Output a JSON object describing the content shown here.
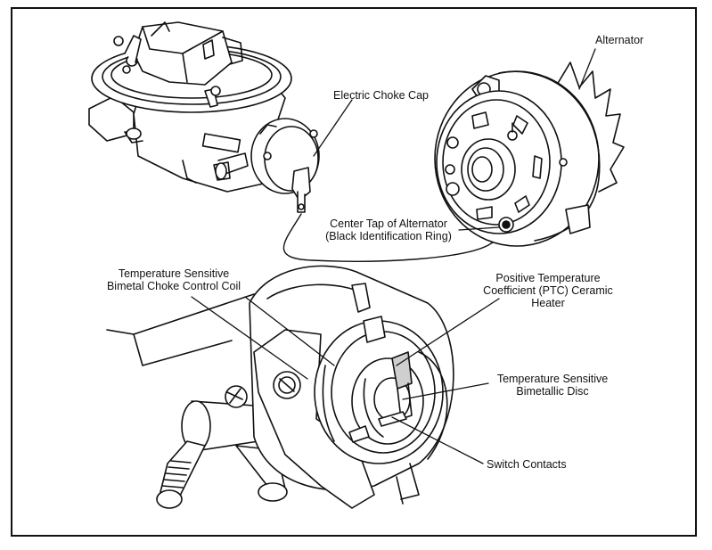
{
  "labels": {
    "alternator": "Alternator",
    "electric_choke_cap": "Electric Choke Cap",
    "center_tap_line1": "Center Tap of Alternator",
    "center_tap_line2": "(Black Identification Ring)",
    "bimetal_coil_line1": "Temperature Sensitive",
    "bimetal_coil_line2": "Bimetal Choke Control Coil",
    "ptc_line1": "Positive Temperature",
    "ptc_line2": "Coefficient (PTC) Ceramic",
    "ptc_line3": "Heater",
    "disc_line1": "Temperature Sensitive",
    "disc_line2": "Bimetallic Disc",
    "switch_contacts": "Switch Contacts"
  },
  "colors": {
    "ink": "#111111",
    "paper": "#ffffff",
    "shade": "#cfcfcf"
  }
}
